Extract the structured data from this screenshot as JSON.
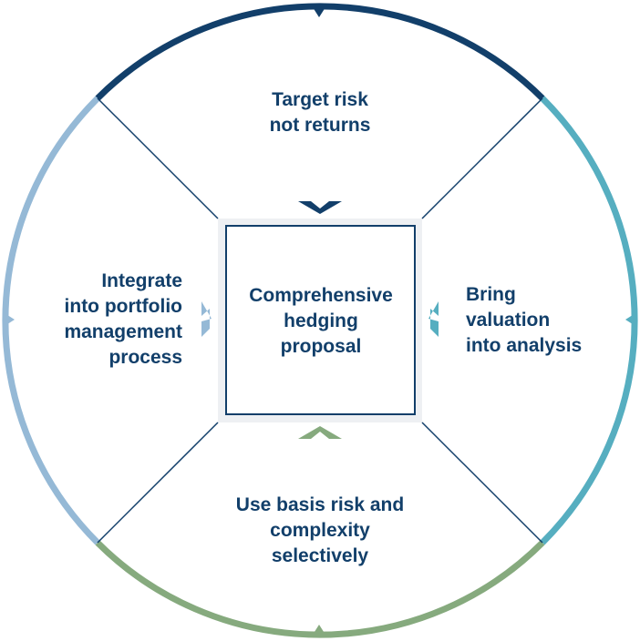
{
  "diagram": {
    "center": {
      "text": "Comprehensive\nhedging\nproposal"
    },
    "segments": [
      {
        "id": "top",
        "text": "Target risk\nnot returns",
        "color": "#123f6a"
      },
      {
        "id": "right",
        "text": "Bring\nvaluation\ninto analysis",
        "color": "#56aec0"
      },
      {
        "id": "bottom",
        "text": "Use basis risk and\ncomplexity\nselectively",
        "color": "#86aa7e"
      },
      {
        "id": "left",
        "text": "Integrate\ninto portfolio\nmanagement\nprocess",
        "color": "#95b9d6"
      }
    ],
    "colors": {
      "text": "#123f6a",
      "divider": "#123f6a",
      "center_box_border": "#123f6a",
      "center_box_halo": "#eef0f3"
    }
  }
}
